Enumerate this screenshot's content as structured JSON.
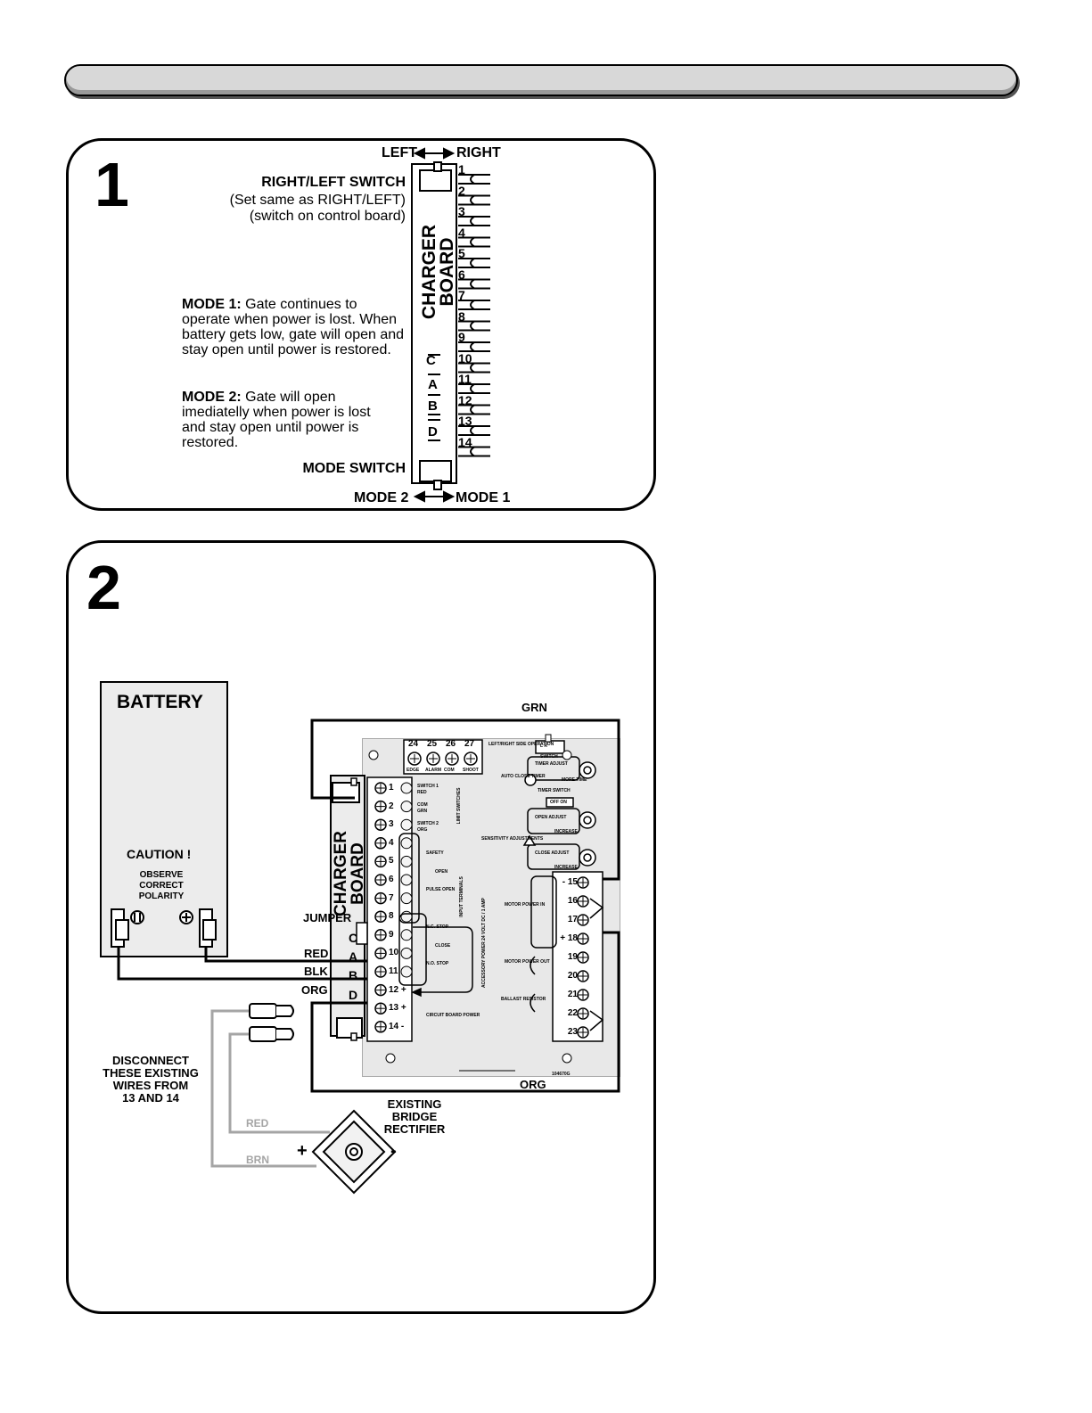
{
  "panel1": {
    "step": "1",
    "left_right_left": "LEFT",
    "left_right_right": "RIGHT",
    "switch_title": "RIGHT/LEFT SWITCH",
    "switch_note1": "(Set same as RIGHT/LEFT)",
    "switch_note2": "(switch on control board)",
    "board_label_line1": "CHARGER",
    "board_label_line2": "BOARD",
    "mode1_heading": "MODE 1:",
    "mode1_text": " Gate continues to operate when power is lost. When battery gets low, gate will open and stay open until power is restored.",
    "mode2_heading": "MODE 2:",
    "mode2_text": " Gate will open imediatelly when power is lost and stay open until power is restored.",
    "mode_switch": "MODE SWITCH",
    "mode_left": "MODE 2",
    "mode_right": "MODE 1",
    "terminals": [
      "1",
      "2",
      "3",
      "4",
      "5",
      "6",
      "7",
      "8",
      "9",
      "10",
      "11",
      "12",
      "13",
      "14"
    ],
    "jumper_letters": [
      "C",
      "A",
      "B",
      "D"
    ]
  },
  "panel2": {
    "step": "2",
    "battery": "BATTERY",
    "caution": "CAUTION !",
    "polarity": [
      "OBSERVE",
      "CORRECT",
      "POLARITY"
    ],
    "wire_grn": "GRN",
    "wire_org": "ORG",
    "wire_red": "RED",
    "wire_blk": "BLK",
    "wire_org_left": "ORG",
    "jumper": "JUMPER",
    "board_label_line1": "CHARGER",
    "board_label_line2": "BOARD",
    "jumper_letters": [
      "C",
      "A",
      "B",
      "D"
    ],
    "disconnect": [
      "DISCONNECT",
      "THESE EXISTING",
      "WIRES FROM",
      "13 AND 14"
    ],
    "rectifier": [
      "EXISTING",
      "BRIDGE",
      "RECTIFIER"
    ],
    "wire_red_gray": "RED",
    "wire_brn_gray": "BRN",
    "plus": "+",
    "minus": "-",
    "control_board": {
      "top_terminals": [
        "24",
        "25",
        "26",
        "27"
      ],
      "top_labels": [
        "EDGE",
        "ALARM",
        "COM",
        "SHOOT"
      ],
      "left_terminals": [
        "1",
        "2",
        "3",
        "4",
        "5",
        "6",
        "7",
        "8",
        "9",
        "10",
        "11",
        "12 +",
        "13 +",
        "14 -"
      ],
      "right_terminals": [
        "- 15",
        "16",
        "17",
        "+ 18",
        "19",
        "20",
        "21",
        "22",
        "23"
      ],
      "labels": {
        "operation": "LEFT/RIGHT SIDE OPERATION",
        "lr": "L  R",
        "switch": "SWITCH",
        "timer_adjust": "TIMER ADJUST",
        "more_time": "MORE TIME",
        "auto_close": "AUTO CLOSE TIMER",
        "timer_switch": "TIMER SWITCH",
        "off_on": "OFF  ON",
        "open_adjust": "OPEN ADJUST",
        "increase1": "INCREASE",
        "sensitivity": "SENSITIVITY ADJUSTMENTS",
        "close_adjust": "CLOSE ADJUST",
        "increase2": "INCREASE",
        "switch1": "SWITCH 1",
        "switch1_color": "RED",
        "com": "COM",
        "com_color": "GRN",
        "switch2": "SWITCH 2",
        "switch2_color": "ORG",
        "limit_switches": "LIMIT SWITCHES",
        "safety": "SAFETY",
        "open": "OPEN",
        "pulse_open": "PULSE OPEN",
        "nc_stop": "N.C. STOP",
        "close": "CLOSE",
        "no_stop": "N.O. STOP",
        "input_terminals": "INPUT TERMINALS",
        "accessory_power": "ACCESSORY POWER 24 VOLT DC / 1 AMP",
        "circuit_power": "CIRCUIT BOARD POWER",
        "motor_power_in": "MOTOR POWER IN",
        "motor_power_out": "MOTOR POWER OUT",
        "ballast": "BALLAST RESISTOR",
        "part_no": "104670G"
      }
    }
  }
}
